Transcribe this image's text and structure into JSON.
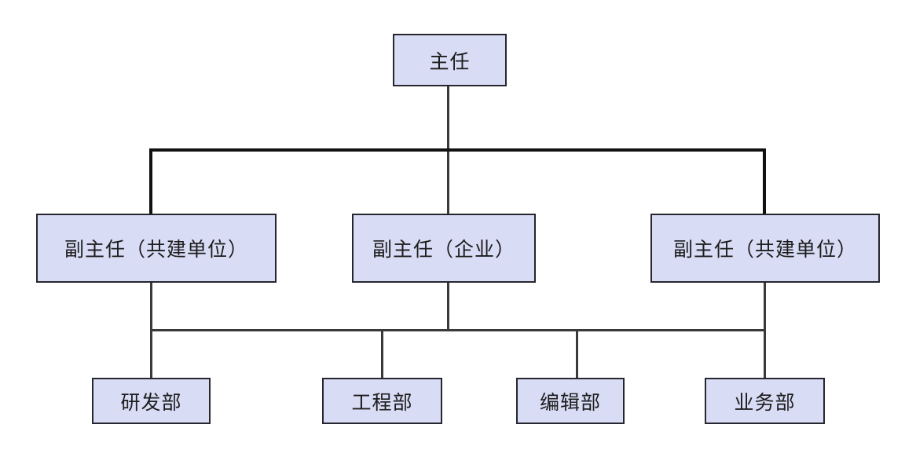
{
  "diagram": {
    "type": "org-chart",
    "background": "#ffffff",
    "colors": {
      "node_fill": "#d9dcf5",
      "node_border": "#26262e",
      "text": "#1d1d1d",
      "line": "#3a3a3a",
      "line_bold": "#111111"
    },
    "nodes": {
      "director": {
        "label": "主任"
      },
      "deputy_left": {
        "label": "副主任（共建单位）"
      },
      "deputy_mid": {
        "label": "副主任（企业）"
      },
      "deputy_right": {
        "label": "副主任（共建单位）"
      },
      "dept_rd": {
        "label": "研发部"
      },
      "dept_eng": {
        "label": "工程部"
      },
      "dept_edit": {
        "label": "编辑部"
      },
      "dept_biz": {
        "label": "业务部"
      }
    },
    "structure": {
      "root": "主任",
      "level2": [
        "副主任（共建单位）",
        "副主任（企业）",
        "副主任（共建单位）"
      ],
      "level3": [
        "研发部",
        "工程部",
        "编辑部",
        "业务部"
      ],
      "edges": [
        {
          "from": "director",
          "to": "deputy_left"
        },
        {
          "from": "director",
          "to": "deputy_mid"
        },
        {
          "from": "director",
          "to": "deputy_right"
        },
        {
          "from": "deputies_bus",
          "to": "dept_rd"
        },
        {
          "from": "deputies_bus",
          "to": "dept_eng"
        },
        {
          "from": "deputies_bus",
          "to": "dept_edit"
        },
        {
          "from": "deputies_bus",
          "to": "dept_biz"
        }
      ]
    }
  }
}
